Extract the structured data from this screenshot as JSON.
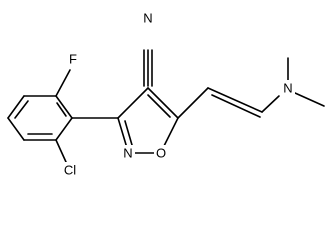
{
  "molecule": {
    "atoms": {
      "nitrile_n": "N",
      "fluorine": "F",
      "amine_n": "N",
      "isoxazole_n": "N",
      "isoxazole_o": "O",
      "chlorine": "Cl"
    },
    "colors": {
      "bond": "#000000",
      "label": "#000000",
      "background": "#ffffff"
    }
  }
}
